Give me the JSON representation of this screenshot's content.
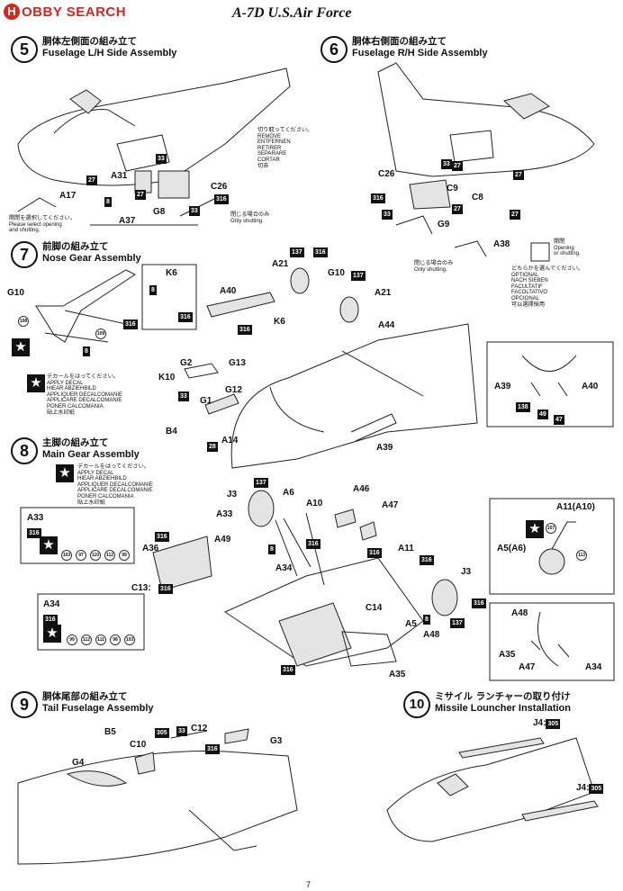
{
  "header": {
    "logo_letter": "H",
    "logo_text": "OBBY SEARCH",
    "title": "A-7D U.S.Air Force"
  },
  "steps": [
    {
      "num": "5",
      "jp": "胴体左側面の組み立て",
      "en": "Fuselage L/H Side Assembly"
    },
    {
      "num": "6",
      "jp": "胴体右側面の組み立て",
      "en": "Fuselage R/H Side Assembly"
    },
    {
      "num": "7",
      "jp": "前脚の組み立て",
      "en": "Nose Gear Assembly"
    },
    {
      "num": "8",
      "jp": "主脚の組み立て",
      "en": "Main Gear Assembly"
    },
    {
      "num": "9",
      "jp": "胴体尾部の組み立て",
      "en": "Tail Fuselage Assembly"
    },
    {
      "num": "10",
      "jp": "ミサイル ランチャーの取り付け",
      "en": "Missile Louncher Installation"
    }
  ],
  "notes": {
    "remove": [
      "切り取ってください。",
      "REMOVE",
      "ENTFERNEN",
      "RETIRER",
      "SEPARARE",
      "CORTAR",
      "切去"
    ],
    "opening_left": [
      "開閉を選択してください。",
      "Please select opening",
      "and shutting."
    ],
    "closed_only": [
      "閉じる場合のみ",
      "Only shutting."
    ],
    "open_right": [
      "開閉",
      "Opening",
      "or shutting."
    ],
    "optional": [
      "どちらかを選んでください。",
      "OPTIONAL",
      "NACH SIEBEN",
      "FACULTATIF",
      "FACOLTATIVO",
      "OPCIONAL",
      "可以選擇採用"
    ],
    "decal": [
      "デカールをはってください。",
      "APPLY DECAL",
      "HIEAR ABZIEHBILD",
      "APPLIQUER DECALCOMANIE",
      "APPLICARE DECALCOMANIE",
      "PONER CALCOMANIA",
      "貼上水印紙"
    ]
  },
  "labels": {
    "s5": [
      "27",
      "A31",
      "8",
      "A17",
      "33",
      "C26",
      "316",
      "A37",
      "G8",
      "33",
      "27"
    ],
    "s6": [
      "C26",
      "316",
      "33",
      "C9",
      "27",
      "G9",
      "C8",
      "27",
      "33",
      "27",
      "27",
      "A38"
    ],
    "s7": [
      "G10",
      "108",
      "316",
      "109",
      "8",
      "K6",
      "8",
      "316",
      "A40",
      "316",
      "A21",
      "137",
      "316",
      "G10",
      "137",
      "A21",
      "K6",
      "A44",
      "G2",
      "G13",
      "K10",
      "33",
      "G12",
      "G1",
      "B4",
      "28",
      "A14",
      "A39",
      "A39",
      "A40",
      "138",
      "49",
      "47"
    ],
    "s8": [
      "137",
      "J3",
      "A6",
      "A10",
      "A46",
      "A47",
      "A33",
      "316",
      "A33",
      "8",
      "316",
      "316",
      "A49",
      "A34",
      "A36",
      "316",
      "103",
      "97",
      "110",
      "112",
      "99",
      "C13:",
      "316",
      "A11",
      "316",
      "J3",
      "316",
      "C14",
      "8",
      "137",
      "A5",
      "A48",
      "A34",
      "316",
      "99",
      "112",
      "111",
      "98",
      "103",
      "A35",
      "316",
      "A11(A10)",
      "107",
      "A5(A6)",
      "113",
      "A48",
      "A35",
      "A47",
      "A34"
    ],
    "s9": [
      "B5",
      "305",
      "33",
      "C12",
      "316",
      "G3",
      "C10",
      "G4"
    ],
    "s10": [
      "J4:",
      "305",
      "J4:",
      "305"
    ]
  },
  "decal_mark": "★",
  "page_number": "7"
}
